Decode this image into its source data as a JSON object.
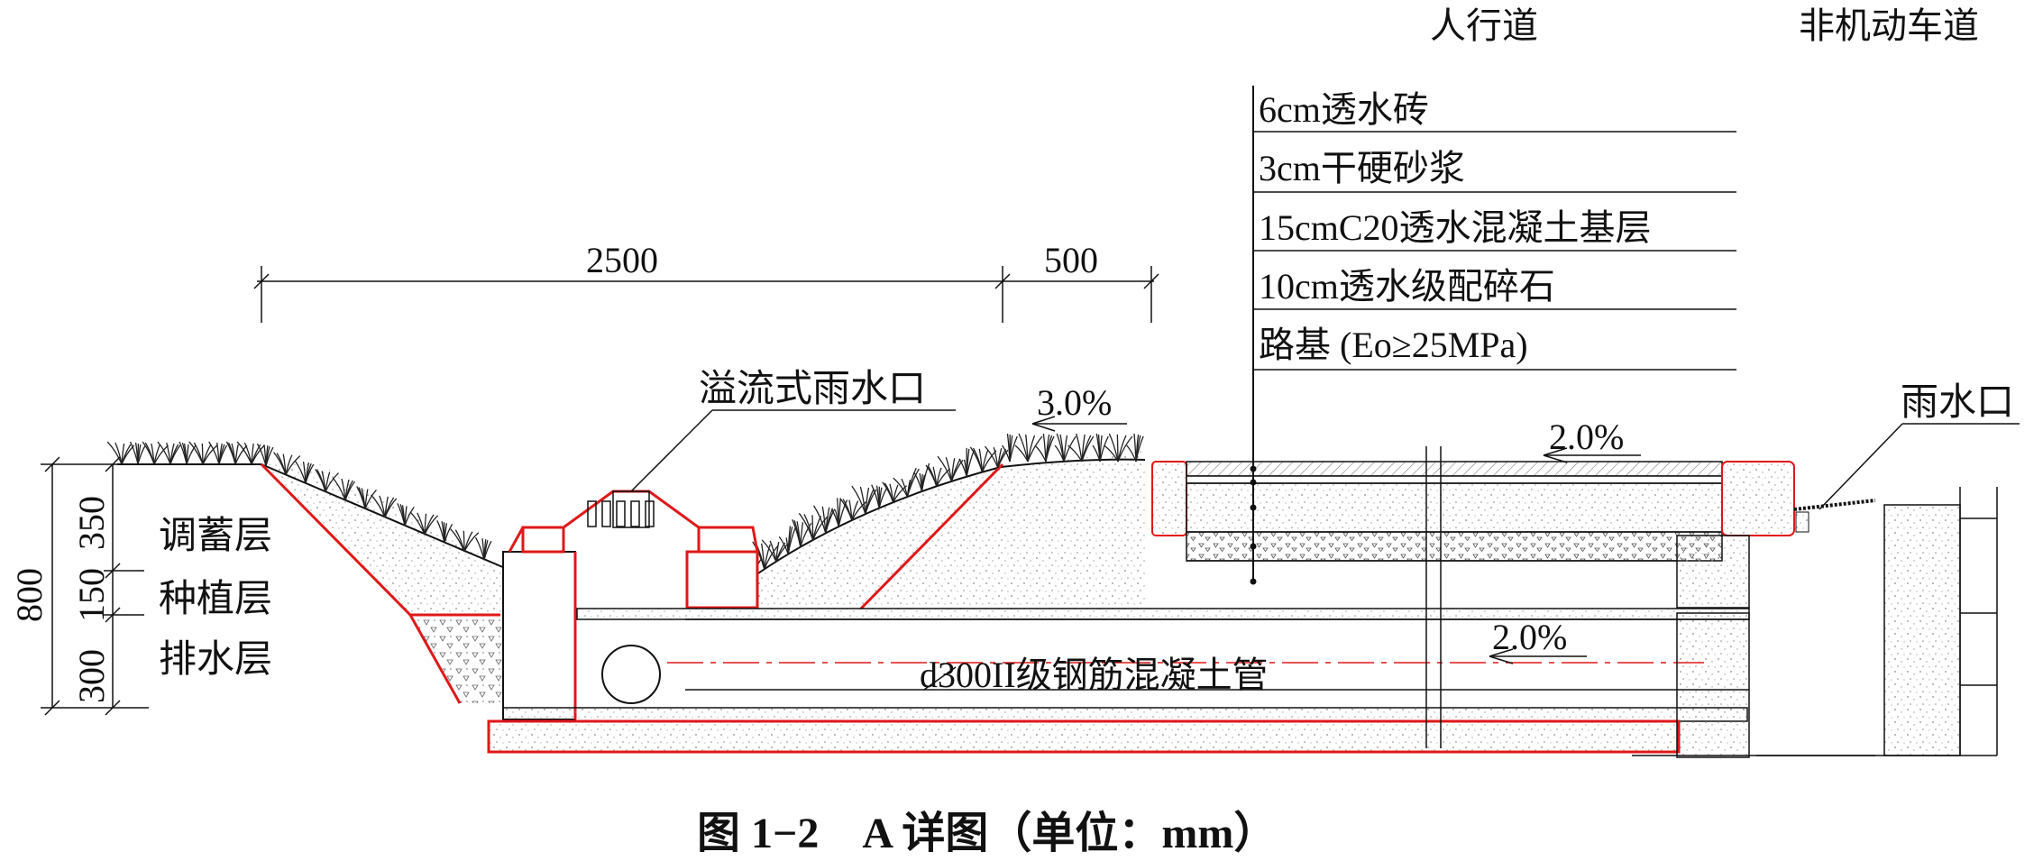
{
  "labels": {
    "sidewalk": "人行道",
    "bike_lane": "非机动车道",
    "dim_2500": "2500",
    "dim_500": "500",
    "overflow_inlet": "溢流式雨水口",
    "slope_3": "3.0%",
    "slope_2_top": "2.0%",
    "slope_2_pipe": "2.0%",
    "storm_inlet": "雨水口",
    "dim_800": "800",
    "dim_350": "350",
    "dim_150": "150",
    "dim_300": "300",
    "storage_layer": "调蓄层",
    "planting_layer": "种植层",
    "drain_layer": "排水层",
    "pipe": "d300II级钢筋混凝土管"
  },
  "pavement_layers": [
    "6cm透水砖",
    "3cm干硬砂浆",
    "15cmC20透水混凝土基层",
    "10cm透水级配碎石",
    "路基 (Eo≥25MPa)"
  ],
  "caption": "图 1−2　A 详图（单位：mm）",
  "colors": {
    "line": "#111111",
    "red": "#e01818",
    "stipple": "#9a9a9a"
  }
}
